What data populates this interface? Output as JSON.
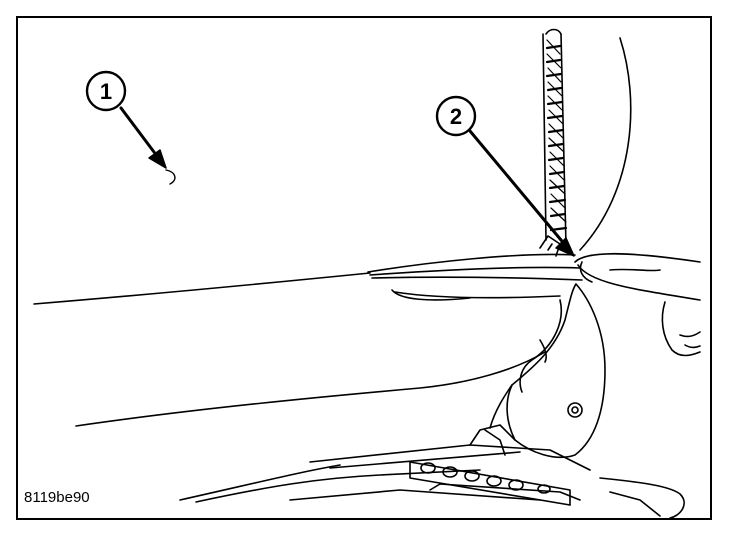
{
  "figure": {
    "id_label": "8119be90",
    "callouts": [
      {
        "number": "1"
      },
      {
        "number": "2"
      }
    ],
    "colors": {
      "ink": "#000000",
      "paper": "#ffffff"
    }
  }
}
